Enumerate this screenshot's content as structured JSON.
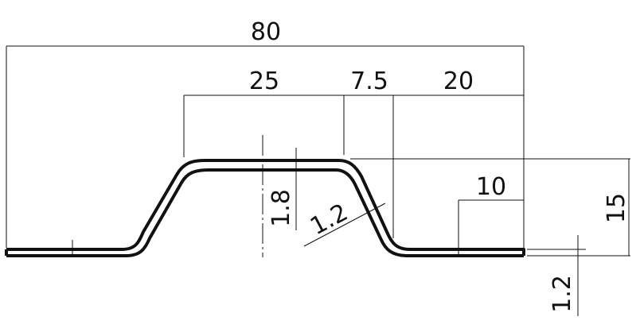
{
  "drawing": {
    "colors": {
      "line": "#111111",
      "background": "#ffffff"
    },
    "dimensions": {
      "overall_width": "80",
      "top_width": "25",
      "slope_offset": "7.5",
      "right_flange": "20",
      "flange_ref": "10",
      "height": "15",
      "inner_gap": "1.8",
      "bend_thickness": "1.2",
      "sheet_thickness": "1.2"
    }
  }
}
